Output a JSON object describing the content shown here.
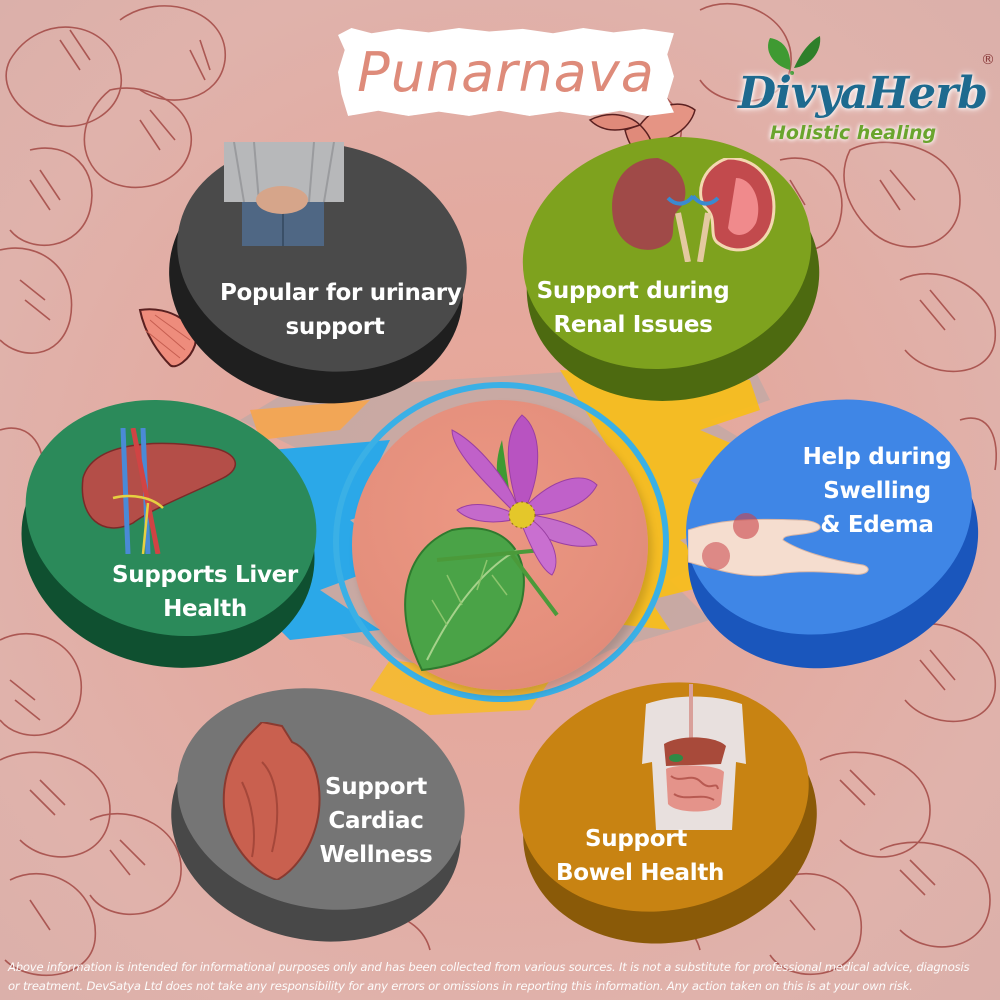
{
  "title": "Punarnava",
  "logo": {
    "brand": "DivyaHerb",
    "tagline": "Holistic healing",
    "registered_mark": "®"
  },
  "center": {
    "image": "punarnava-flower-icon",
    "description": "Pink cosmos-like flower with green leaf"
  },
  "benefits": [
    {
      "label_line1": "Popular for urinary",
      "label_line2": "support",
      "label_line3": "",
      "icon": "urinary-person-icon",
      "color": "#4a4a4a"
    },
    {
      "label_line1": "Support during",
      "label_line2": "Renal Issues",
      "label_line3": "",
      "icon": "kidney-icon",
      "color": "#7ea21e"
    },
    {
      "label_line1": "Supports Liver",
      "label_line2": "Health",
      "label_line3": "",
      "icon": "liver-icon",
      "color": "#2b8a5a"
    },
    {
      "label_line1": "Help during",
      "label_line2": "Swelling",
      "label_line3": "& Edema",
      "icon": "swollen-hand-icon",
      "color": "#3f86e6"
    },
    {
      "label_line1": "Support",
      "label_line2": "Cardiac",
      "label_line3": "Wellness",
      "icon": "heart-icon",
      "color": "#757575"
    },
    {
      "label_line1": "Support",
      "label_line2": "Bowel Health",
      "label_line3": "",
      "icon": "digestive-system-icon",
      "color": "#c88312"
    }
  ],
  "disclaimer": {
    "line1": "Above information is intended for informational purposes only and has been collected from various sources. It is not a substitute for professional medical advice, diagnosis",
    "line2": "or treatment. DevSatya Ltd does not take any responsibility for any errors or omissions in reporting this information. Any action taken on this is at your own risk."
  },
  "colors": {
    "background": "#e3aaa0",
    "title_text": "#de8b7a",
    "ring": "#3ab0e6",
    "floral_line": "#8e2f2f"
  }
}
